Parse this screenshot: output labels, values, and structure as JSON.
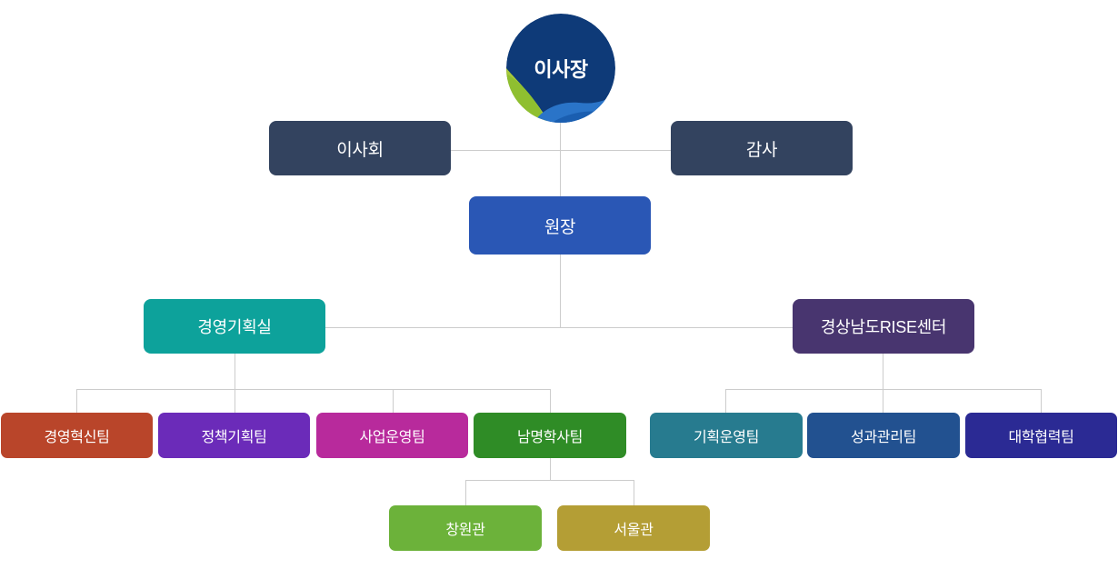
{
  "chairman": {
    "label": "이사장"
  },
  "board": {
    "label": "이사회",
    "color": "#33435F"
  },
  "audit": {
    "label": "감사",
    "color": "#33435F"
  },
  "director": {
    "label": "원장",
    "color": "#2A57B5"
  },
  "planning_office": {
    "label": "경영기획실",
    "color": "#0DA29B",
    "teams": [
      {
        "label": "경영혁신팀",
        "color": "#B9452A"
      },
      {
        "label": "정책기획팀",
        "color": "#6B2BB9"
      },
      {
        "label": "사업운영팀",
        "color": "#B82A9C"
      },
      {
        "label": "남명학사팀",
        "color": "#2F8C26"
      }
    ],
    "branches": [
      {
        "label": "창원관",
        "color": "#6CB23A"
      },
      {
        "label": "서울관",
        "color": "#B49E35"
      }
    ]
  },
  "rise_center": {
    "label": "경상남도RISE센터",
    "color": "#48356F",
    "teams": [
      {
        "label": "기획운영팀",
        "color": "#277B8F"
      },
      {
        "label": "성과관리팀",
        "color": "#225190"
      },
      {
        "label": "대학협력팀",
        "color": "#2B2A94"
      }
    ]
  },
  "line_color": "#CCCCCC"
}
